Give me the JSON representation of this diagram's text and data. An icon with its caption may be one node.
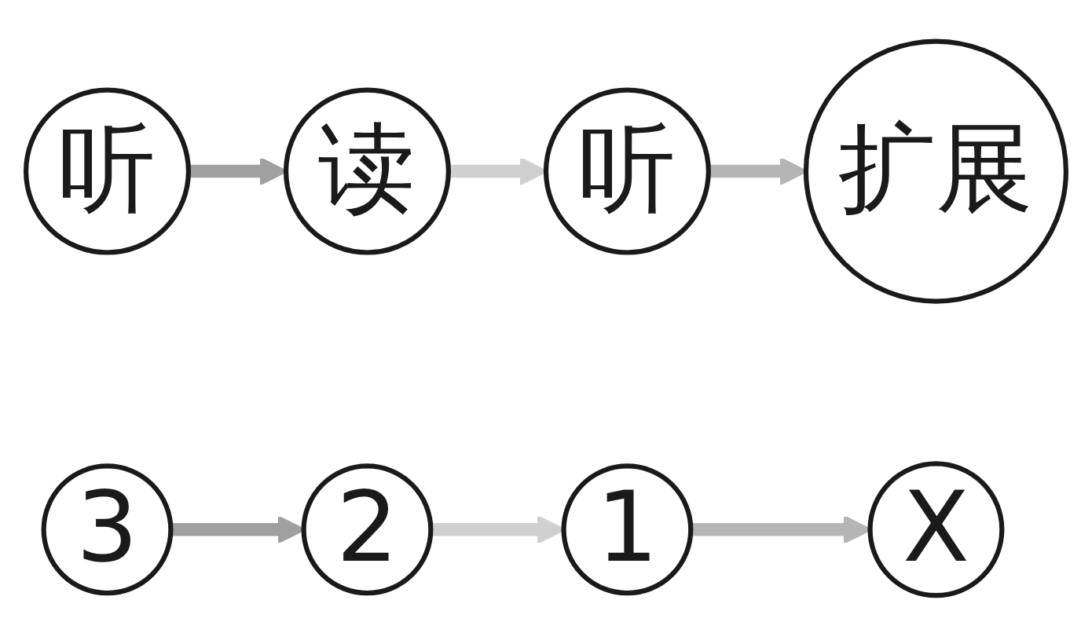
{
  "diagram": {
    "nodes": [
      {
        "text": [
          "听"
        ]
      },
      {
        "text": [
          "读"
        ]
      },
      {
        "text": [
          "听"
        ]
      },
      {
        "text": [
          "扩展"
        ]
      },
      {
        "text": [
          "3"
        ]
      },
      {
        "text": [
          "2"
        ]
      },
      {
        "text": [
          "1"
        ]
      },
      {
        "text": [
          "X"
        ]
      }
    ],
    "edges": [
      {
        "from": 0,
        "to": 1,
        "arrow": "to",
        "color": "#a0a0a0"
      },
      {
        "from": 1,
        "to": 2,
        "arrow": "to",
        "color": "#d0d0d0"
      },
      {
        "from": 2,
        "to": 3,
        "arrow": "to",
        "color": "#b5b5b5"
      },
      {
        "from": 4,
        "to": 5,
        "arrow": "to",
        "color": "#a0a0a0"
      },
      {
        "from": 5,
        "to": 6,
        "arrow": "to",
        "color": "#d0d0d0"
      },
      {
        "from": 6,
        "to": 7,
        "arrow": "to",
        "color": "#b5b5b5"
      }
    ]
  }
}
